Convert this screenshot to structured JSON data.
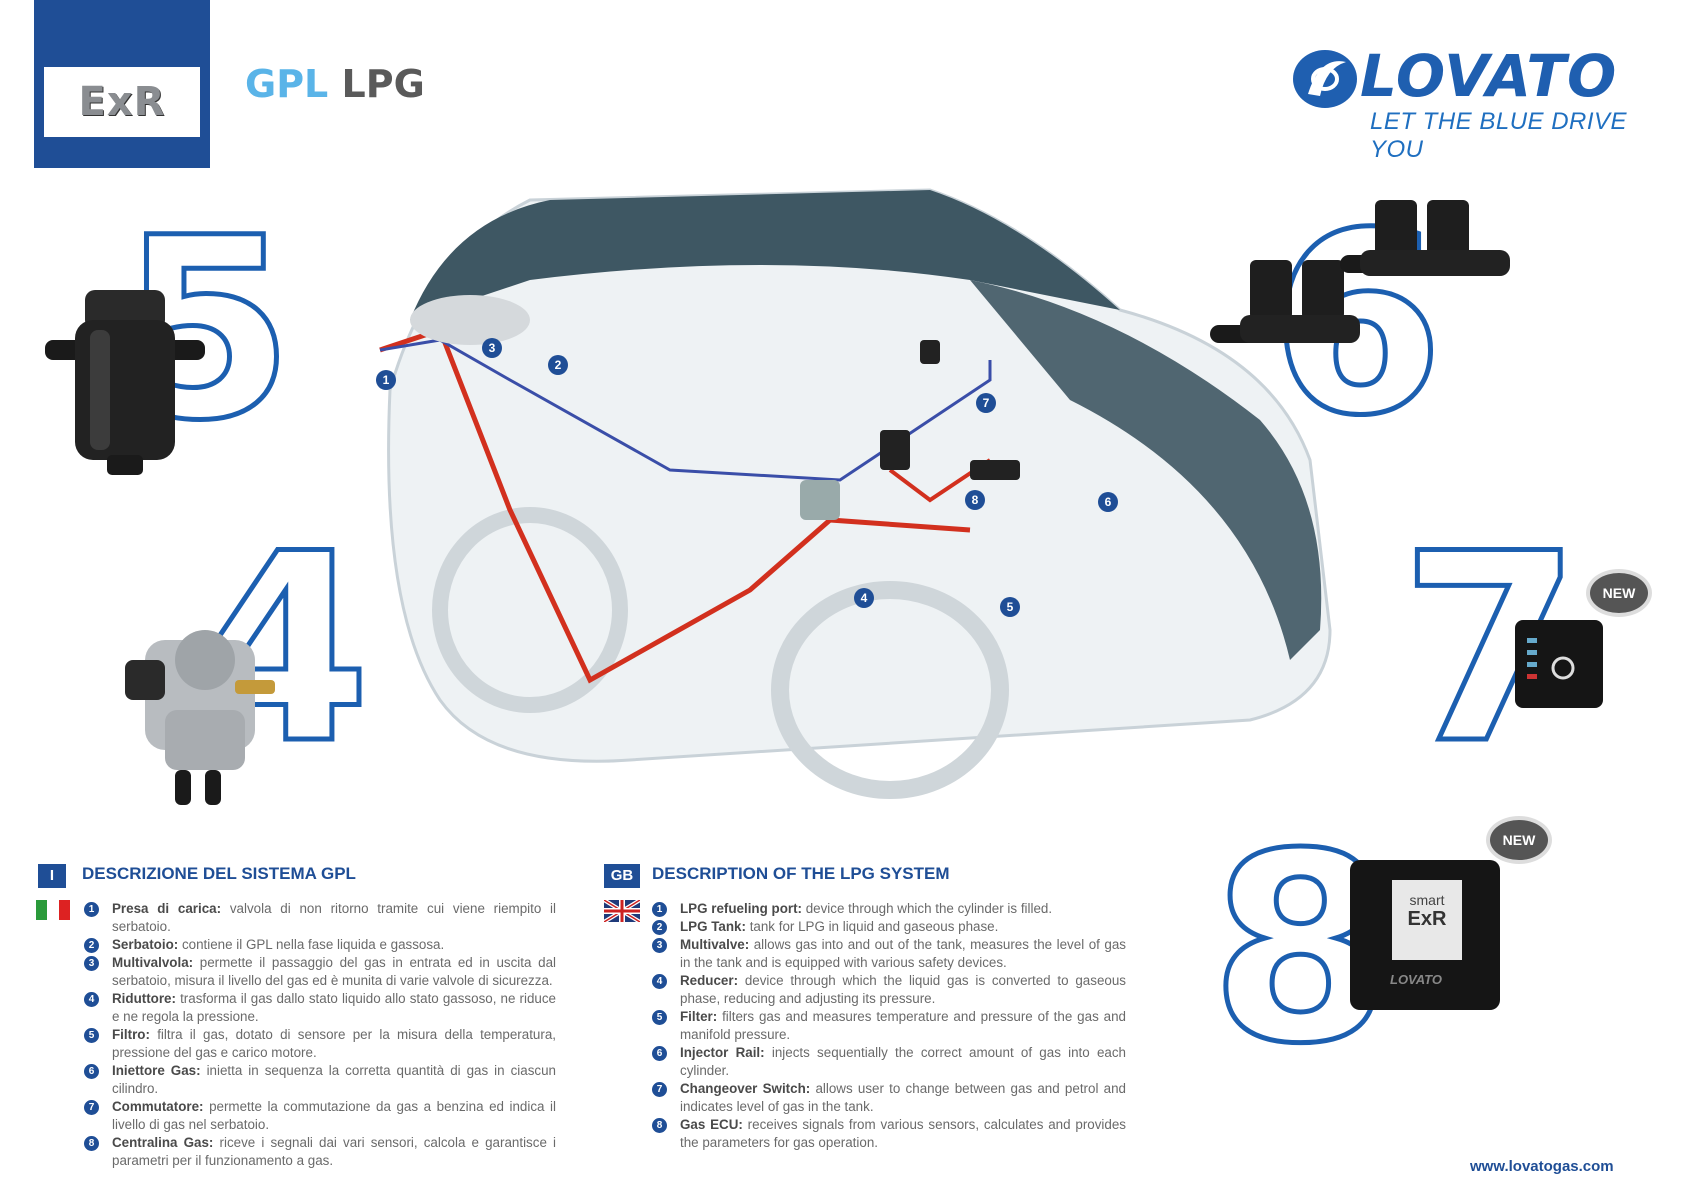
{
  "header": {
    "badge_text": "ExR",
    "title_gpl": "GPL",
    "title_lpg": "LPG"
  },
  "brand": {
    "name": "LOVATO",
    "tagline": "LET THE BLUE DRIVE YOU",
    "website": "www.lovatogas.com"
  },
  "big_numbers": [
    "5",
    "4",
    "6",
    "7",
    "8"
  ],
  "callouts": [
    "1",
    "2",
    "3",
    "4",
    "5",
    "6",
    "7",
    "8"
  ],
  "new_badges": [
    "NEW",
    "NEW"
  ],
  "ecu_label": {
    "top": "smart",
    "bottom": "ExR",
    "brand": "LOVATO"
  },
  "italian": {
    "flag_label": "I",
    "heading": "DESCRIZIONE DEL SISTEMA GPL",
    "items": [
      {
        "num": "1",
        "term": "Presa di carica:",
        "text": " valvola di non ritorno tramite cui viene riempito il serbatoio."
      },
      {
        "num": "2",
        "term": "Serbatoio:",
        "text": " contiene il GPL nella fase liquida e gassosa."
      },
      {
        "num": "3",
        "term": "Multivalvola:",
        "text": " permette il passaggio del gas in entrata ed in uscita dal serbatoio, misura il livello del gas ed è munita di varie valvole di sicurezza."
      },
      {
        "num": "4",
        "term": "Riduttore:",
        "text": " trasforma il gas dallo stato liquido allo stato gassoso, ne riduce e ne regola la pressione."
      },
      {
        "num": "5",
        "term": "Filtro:",
        "text": " filtra il gas, dotato di sensore per la misura della temperatura, pressione del gas e carico motore."
      },
      {
        "num": "6",
        "term": "Iniettore Gas:",
        "text": " inietta in sequenza la corretta quantità di gas in ciascun cilindro."
      },
      {
        "num": "7",
        "term": "Commutatore:",
        "text": " permette la commutazione da gas a benzina ed indica il livello di gas nel serbatoio."
      },
      {
        "num": "8",
        "term": "Centralina Gas:",
        "text": " riceve i segnali dai vari sensori, calcola e garantisce i parametri per il funzionamento a gas."
      }
    ]
  },
  "english": {
    "flag_label": "GB",
    "heading": "DESCRIPTION OF THE LPG SYSTEM",
    "items": [
      {
        "num": "1",
        "term": "LPG refueling port:",
        "text": " device through which the cylinder is filled."
      },
      {
        "num": "2",
        "term": "LPG Tank:",
        "text": " tank for LPG in liquid and gaseous phase."
      },
      {
        "num": "3",
        "term": "Multivalve:",
        "text": " allows gas into and out of the tank, measures the level of gas in the tank and is equipped with various safety devices."
      },
      {
        "num": "4",
        "term": "Reducer:",
        "text": " device through which the liquid gas is converted to gaseous phase, reducing and adjusting its pressure."
      },
      {
        "num": "5",
        "term": "Filter:",
        "text": " filters gas and measures temperature and pressure of the gas and manifold pressure."
      },
      {
        "num": "6",
        "term": "Injector Rail:",
        "text": " injects sequentially the correct amount of gas into each cylinder."
      },
      {
        "num": "7",
        "term": "Changeover Switch:",
        "text": " allows user to change between gas and petrol and indicates level of gas in the tank."
      },
      {
        "num": "8",
        "term": "Gas ECU:",
        "text": " receives signals from various sensors, calculates and provides the parameters for gas operation."
      }
    ]
  },
  "colors": {
    "brand_blue": "#1f4e96",
    "light_blue": "#5ab4e8",
    "gas_line_red": "#d2301e",
    "wire_blue": "#3a4ea8"
  }
}
